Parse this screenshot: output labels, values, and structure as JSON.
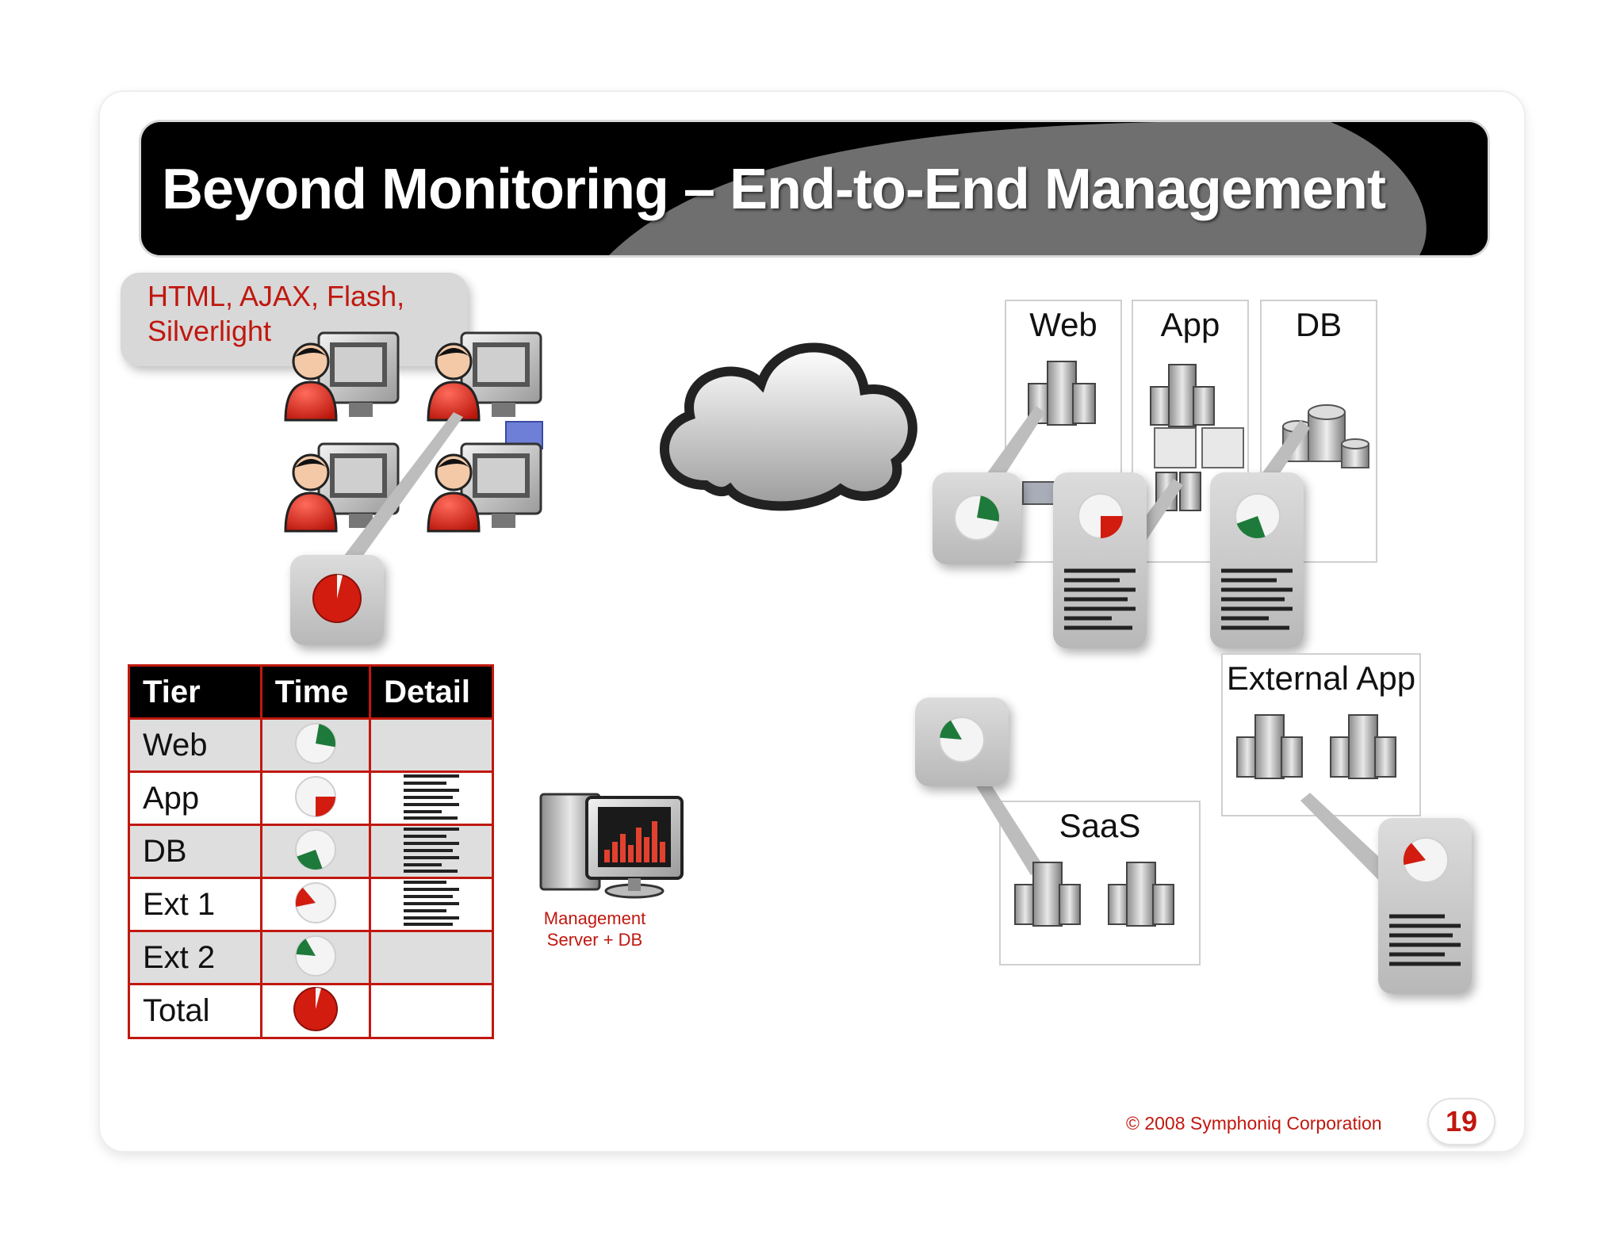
{
  "title": "Beyond Monitoring – End-to-End Management",
  "client_technologies": "HTML, AJAX, Flash, Silverlight",
  "tiers": {
    "web": "Web",
    "app": "App",
    "db": "DB",
    "external_app": "External App",
    "saas": "SaaS"
  },
  "management_server_label": "Management Server + DB",
  "table": {
    "headers": [
      "Tier",
      "Time",
      "Detail"
    ],
    "rows": [
      {
        "tier": "Web"
      },
      {
        "tier": "App"
      },
      {
        "tier": "DB"
      },
      {
        "tier": "Ext 1"
      },
      {
        "tier": "Ext 2"
      },
      {
        "tier": "Total"
      }
    ]
  },
  "footer": {
    "copyright": "© 2008 Symphoniq Corporation",
    "page_number": "19"
  },
  "colors": {
    "accent_red": "#c0180f",
    "pie_green": "#1e7a3a",
    "pie_red": "#d21c10"
  }
}
